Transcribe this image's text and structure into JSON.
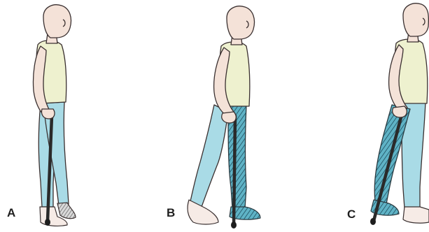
{
  "panels": [
    {
      "label": "A"
    },
    {
      "label": "B"
    },
    {
      "label": "C"
    }
  ],
  "colors": {
    "skin": "#f4e2d8",
    "shirt": "#eef1cf",
    "pants": "#a9dbe6",
    "pants_highlight": "#4fa3b8",
    "cane": "#2a2a2a",
    "outline": "#3a3030",
    "background": "#ffffff"
  }
}
